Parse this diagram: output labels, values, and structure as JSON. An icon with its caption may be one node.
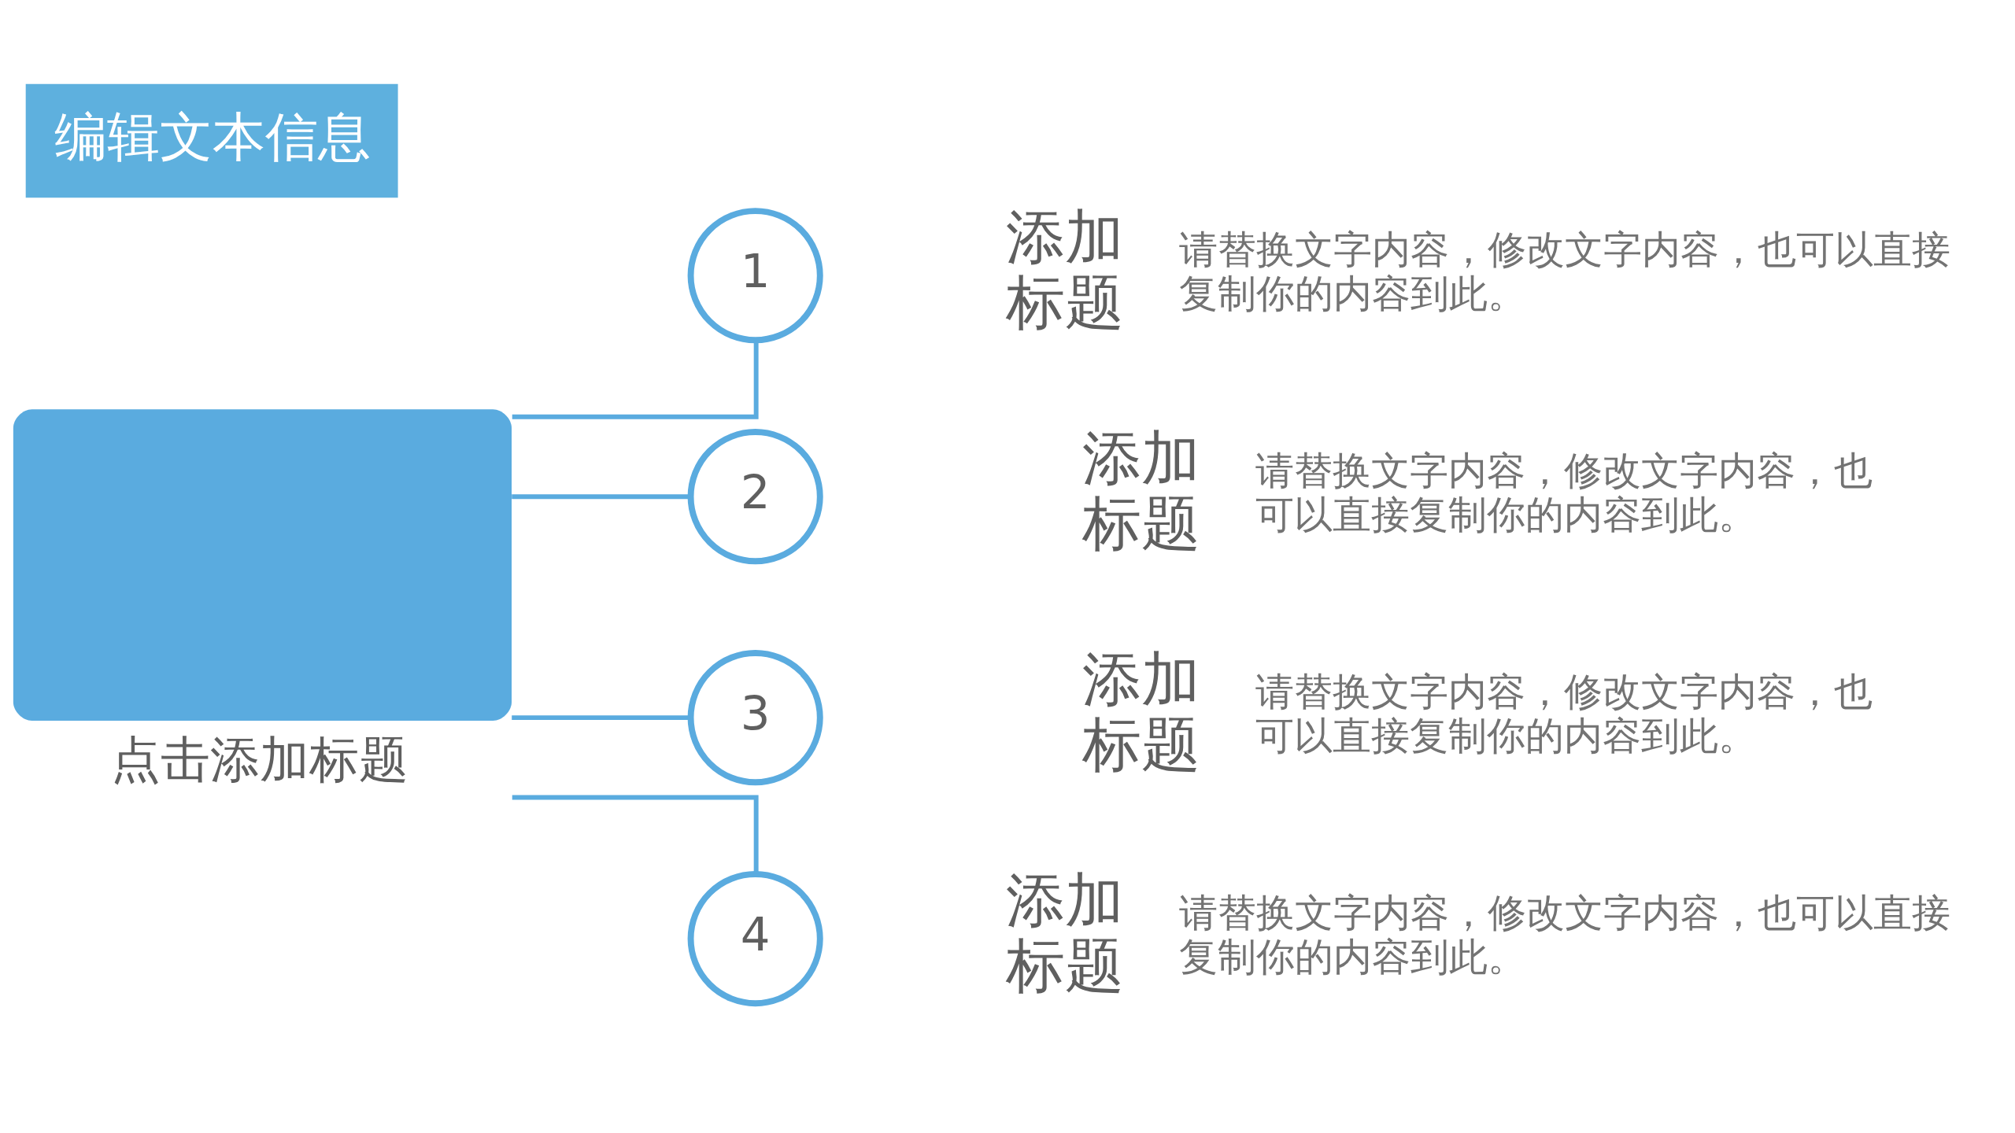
{
  "diagram": {
    "title": "编辑文本信息",
    "nodes": [
      {
        "text": [
          "点击添加标题"
        ]
      },
      {
        "text": [
          "1"
        ],
        "beside": [
          "添加标题",
          "请替换文字内容，修改文字内容，也可以直接复制你的内容到此。"
        ]
      },
      {
        "text": [
          "2"
        ],
        "beside": [
          "添加标题",
          "请替换文字内容，修改文字内容，也可以直接复制你的内容到此。"
        ]
      },
      {
        "text": [
          "3"
        ],
        "beside": [
          "添加标题",
          "请替换文字内容，修改文字内容，也可以直接复制你的内容到此。"
        ]
      },
      {
        "text": [
          "4"
        ],
        "beside": [
          "添加标题",
          "请替换文字内容，修改文字内容，也可以直接复制你的内容到此。"
        ]
      }
    ],
    "edges": [
      {
        "from": 0,
        "to": 1,
        "arrow": "none"
      },
      {
        "from": 0,
        "to": 2,
        "arrow": "none"
      },
      {
        "from": 0,
        "to": 3,
        "arrow": "none"
      },
      {
        "from": 0,
        "to": 4,
        "arrow": "none"
      }
    ]
  }
}
